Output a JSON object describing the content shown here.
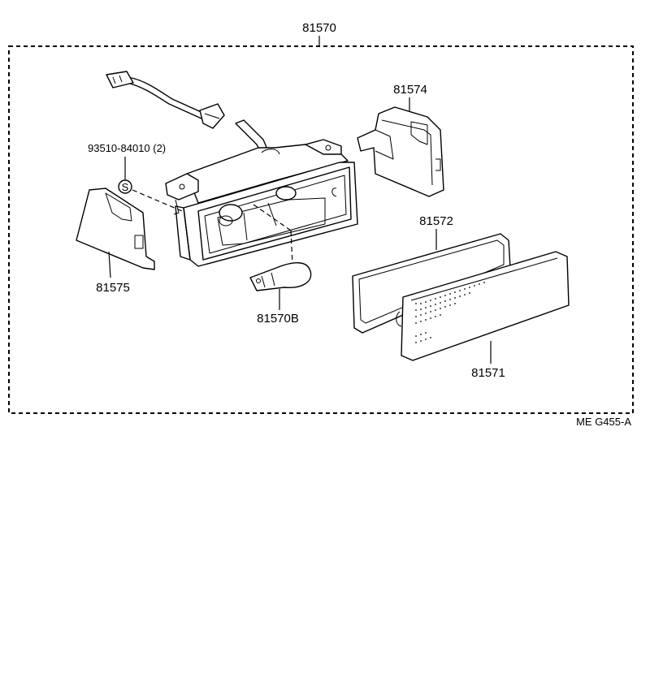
{
  "assembly": {
    "part_number": "81570"
  },
  "callouts": {
    "clip": "93510-84010 (2)",
    "clip_symbol": "S",
    "cover_right": "81574",
    "cover_left": "81575",
    "bulb": "81570B",
    "gasket": "81572",
    "lens": "81571"
  },
  "figure": {
    "code": "ME  G455-A"
  }
}
